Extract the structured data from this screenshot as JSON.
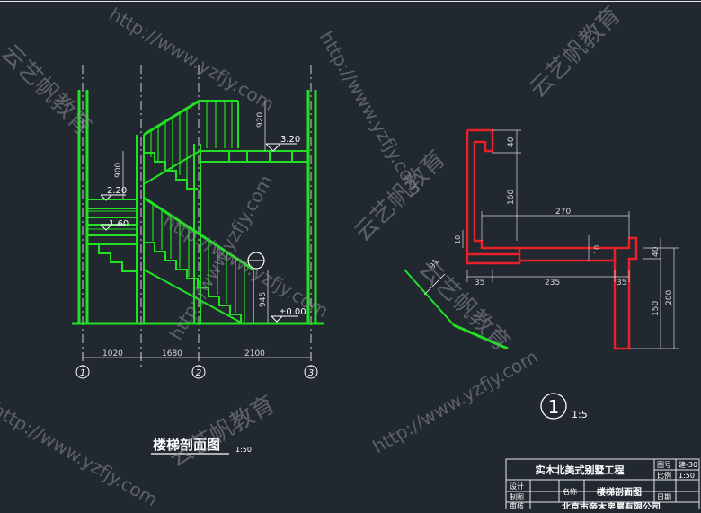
{
  "colors": {
    "background": "#212830",
    "structure": "#22e022",
    "detail_red": "#e8202a",
    "text": "#ffffff",
    "dimension": "#d8d8d8",
    "watermark": "#8c9094",
    "axis_line": "#e8e8e8",
    "grid_dash": "#cfcfcf"
  },
  "watermark": {
    "url": "http://www.yzfjy.com",
    "brand": "云艺帆教育"
  },
  "section": {
    "levels": [
      "3.20",
      "2.20",
      "1.60",
      "±0.00"
    ],
    "heights": [
      "920",
      "900",
      "945"
    ],
    "spans": [
      "1020",
      "1680",
      "2100"
    ],
    "axes": [
      "1",
      "2",
      "3"
    ],
    "title": "楼梯剖面图",
    "scale": "1:50"
  },
  "detail": {
    "dims_top": [
      "40",
      "160",
      "270"
    ],
    "dims_mid": [
      "10",
      "10",
      "40"
    ],
    "dims_bottom": [
      "35",
      "235",
      "35"
    ],
    "dims_right": [
      "200",
      "150"
    ],
    "slope_dim": "91",
    "callout_number": "1",
    "callout_scale": "1:5"
  },
  "title_block": {
    "project": "实木北美式别墅工程",
    "design_label": "设计",
    "draw_label": "制图",
    "check_label": "审核",
    "name_label": "名称",
    "drawing_name": "楼梯剖面图",
    "sheet_label": "图号",
    "sheet_value": "建-30",
    "scale_label": "比例",
    "scale_value": "1:50",
    "date_label": "日期",
    "company": "北京市帝木房屋有限公司"
  }
}
